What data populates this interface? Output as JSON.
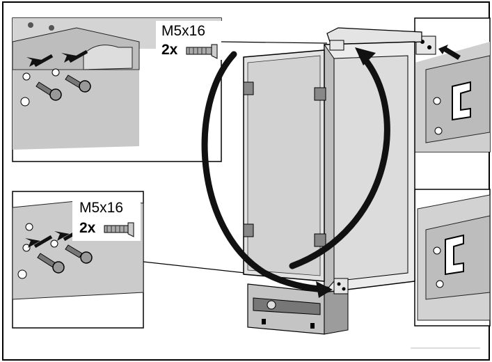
{
  "callouts": {
    "top_left": {
      "screw_spec": "M5x16",
      "quantity": "2x"
    },
    "bottom_left": {
      "screw_spec": "M5x16",
      "quantity": "2x"
    }
  },
  "colors": {
    "line": "#000000",
    "panel_gray": "#cfcfcf",
    "light_gray": "#e6e6e6",
    "dark_gray": "#8a8a8a",
    "arrow": "#111111"
  }
}
